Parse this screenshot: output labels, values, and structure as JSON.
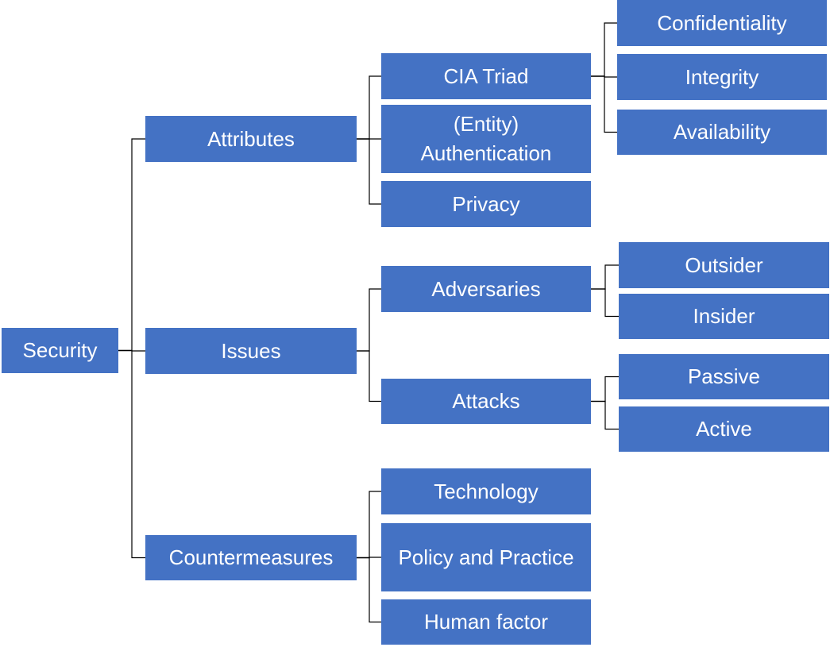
{
  "diagram": {
    "box_color": "#4472C4",
    "text_color": "#FFFFFF",
    "line_color": "#000000",
    "nodes": [
      {
        "id": "security",
        "label": "Security"
      },
      {
        "id": "attributes",
        "label": "Attributes"
      },
      {
        "id": "issues",
        "label": "Issues"
      },
      {
        "id": "countermeasures",
        "label": "Countermeasures"
      },
      {
        "id": "cia-triad",
        "label": "CIA Triad"
      },
      {
        "id": "entity-authentication",
        "label": "(Entity) Authentication"
      },
      {
        "id": "privacy",
        "label": "Privacy"
      },
      {
        "id": "adversaries",
        "label": "Adversaries"
      },
      {
        "id": "attacks",
        "label": "Attacks"
      },
      {
        "id": "technology",
        "label": "Technology"
      },
      {
        "id": "policy-and-practice",
        "label": "Policy and Practice"
      },
      {
        "id": "human-factor",
        "label": "Human factor"
      },
      {
        "id": "confidentiality",
        "label": "Confidentiality"
      },
      {
        "id": "integrity",
        "label": "Integrity"
      },
      {
        "id": "availability",
        "label": "Availability"
      },
      {
        "id": "outsider",
        "label": "Outsider"
      },
      {
        "id": "insider",
        "label": "Insider"
      },
      {
        "id": "passive",
        "label": "Passive"
      },
      {
        "id": "active",
        "label": "Active"
      }
    ],
    "edges": [
      [
        "security",
        "attributes"
      ],
      [
        "security",
        "issues"
      ],
      [
        "security",
        "countermeasures"
      ],
      [
        "attributes",
        "cia-triad"
      ],
      [
        "attributes",
        "entity-authentication"
      ],
      [
        "attributes",
        "privacy"
      ],
      [
        "issues",
        "adversaries"
      ],
      [
        "issues",
        "attacks"
      ],
      [
        "countermeasures",
        "technology"
      ],
      [
        "countermeasures",
        "policy-and-practice"
      ],
      [
        "countermeasures",
        "human-factor"
      ],
      [
        "cia-triad",
        "confidentiality"
      ],
      [
        "cia-triad",
        "integrity"
      ],
      [
        "cia-triad",
        "availability"
      ],
      [
        "adversaries",
        "outsider"
      ],
      [
        "adversaries",
        "insider"
      ],
      [
        "attacks",
        "passive"
      ],
      [
        "attacks",
        "active"
      ]
    ]
  }
}
